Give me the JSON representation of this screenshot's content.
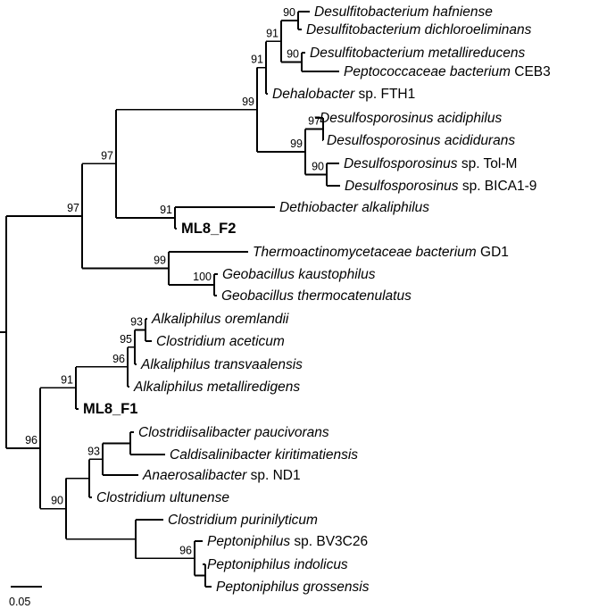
{
  "scale_bar": {
    "label": "0.05",
    "value": 0.05
  },
  "taxa": [
    {
      "id": "t1",
      "parts": [
        {
          "t": "Desulfitobacterium hafniense",
          "i": true
        }
      ]
    },
    {
      "id": "t2",
      "parts": [
        {
          "t": "Desulfitobacterium dichloroeliminans",
          "i": true
        }
      ]
    },
    {
      "id": "t3",
      "parts": [
        {
          "t": "Desulfitobacterium metallireducens",
          "i": true
        }
      ]
    },
    {
      "id": "t4",
      "parts": [
        {
          "t": "Peptococcaceae bacterium",
          "i": true
        },
        {
          "t": " CEB3",
          "i": false
        }
      ]
    },
    {
      "id": "t5",
      "parts": [
        {
          "t": "Dehalobacter",
          "i": true
        },
        {
          "t": " sp. FTH1",
          "i": false
        }
      ]
    },
    {
      "id": "t6",
      "parts": [
        {
          "t": "Desulfosporosinus acidiphilus",
          "i": true
        }
      ]
    },
    {
      "id": "t7",
      "parts": [
        {
          "t": "Desulfosporosinus acididurans",
          "i": true
        }
      ]
    },
    {
      "id": "t8",
      "parts": [
        {
          "t": "Desulfosporosinus",
          "i": true
        },
        {
          "t": " sp. Tol-M",
          "i": false
        }
      ]
    },
    {
      "id": "t9",
      "parts": [
        {
          "t": "Desulfosporosinus",
          "i": true
        },
        {
          "t": " sp. BICA1-9",
          "i": false
        }
      ]
    },
    {
      "id": "t10",
      "parts": [
        {
          "t": "Dethiobacter alkaliphilus",
          "i": true
        }
      ]
    },
    {
      "id": "t11",
      "bold": true,
      "parts": [
        {
          "t": "ML8_F2",
          "i": false
        }
      ]
    },
    {
      "id": "t12",
      "parts": [
        {
          "t": "Thermoactinomycetaceae bacterium",
          "i": true
        },
        {
          "t": " GD1",
          "i": false
        }
      ]
    },
    {
      "id": "t13",
      "parts": [
        {
          "t": "Geobacillus kaustophilus",
          "i": true
        }
      ]
    },
    {
      "id": "t14",
      "parts": [
        {
          "t": "Geobacillus thermocatenulatus",
          "i": true
        }
      ]
    },
    {
      "id": "t15",
      "parts": [
        {
          "t": "Alkaliphilus oremlandii",
          "i": true
        }
      ]
    },
    {
      "id": "t16",
      "parts": [
        {
          "t": "Clostridium aceticum",
          "i": true
        }
      ]
    },
    {
      "id": "t17",
      "parts": [
        {
          "t": "Alkaliphilus transvaalensis",
          "i": true
        }
      ]
    },
    {
      "id": "t18",
      "parts": [
        {
          "t": "Alkaliphilus metalliredigens",
          "i": true
        }
      ]
    },
    {
      "id": "t19",
      "bold": true,
      "parts": [
        {
          "t": "ML8_F1",
          "i": false
        }
      ]
    },
    {
      "id": "t20",
      "parts": [
        {
          "t": "Clostridiisalibacter paucivorans",
          "i": true
        }
      ]
    },
    {
      "id": "t21",
      "parts": [
        {
          "t": "Caldisalinibacter kiritimatiensis",
          "i": true
        }
      ]
    },
    {
      "id": "t22",
      "parts": [
        {
          "t": "Anaerosalibacter",
          "i": true
        },
        {
          "t": " sp. ND1",
          "i": false
        }
      ]
    },
    {
      "id": "t23",
      "parts": [
        {
          "t": "Clostridium ultunense",
          "i": true
        }
      ]
    },
    {
      "id": "t24",
      "parts": [
        {
          "t": "Clostridium purinilyticum",
          "i": true
        }
      ]
    },
    {
      "id": "t25",
      "parts": [
        {
          "t": "Peptoniphilus",
          "i": true
        },
        {
          "t": " sp. BV3C26",
          "i": false
        }
      ]
    },
    {
      "id": "t26",
      "parts": [
        {
          "t": "Peptoniphilus indolicus",
          "i": true
        }
      ]
    },
    {
      "id": "t27",
      "parts": [
        {
          "t": "Peptoniphilus grossensis",
          "i": true
        }
      ]
    }
  ],
  "support_values": [
    {
      "node": "n_1_2",
      "value": "90"
    },
    {
      "node": "n_1_4",
      "value": "91"
    },
    {
      "node": "n_3_4",
      "value": "90"
    },
    {
      "node": "n_1_5",
      "value": "91"
    },
    {
      "node": "n_1_9",
      "value": "99"
    },
    {
      "node": "n_6_7",
      "value": "97"
    },
    {
      "node": "n_6_9",
      "value": "99"
    },
    {
      "node": "n_8_9",
      "value": "90"
    },
    {
      "node": "n_10_11",
      "value": "91"
    },
    {
      "node": "n_1_11",
      "value": "97"
    },
    {
      "node": "n_13_14",
      "value": "100"
    },
    {
      "node": "n_12_14",
      "value": "99"
    },
    {
      "node": "n_1_14",
      "value": "97"
    },
    {
      "node": "n_15_16",
      "value": "93"
    },
    {
      "node": "n_15_17",
      "value": "95"
    },
    {
      "node": "n_15_18",
      "value": "96"
    },
    {
      "node": "n_15_19",
      "value": "91"
    },
    {
      "node": "n_20_22",
      "value": "93"
    },
    {
      "node": "n_20_27",
      "value": "90"
    },
    {
      "node": "n_25_27",
      "value": "96"
    },
    {
      "node": "n_15_27",
      "value": "96"
    }
  ]
}
